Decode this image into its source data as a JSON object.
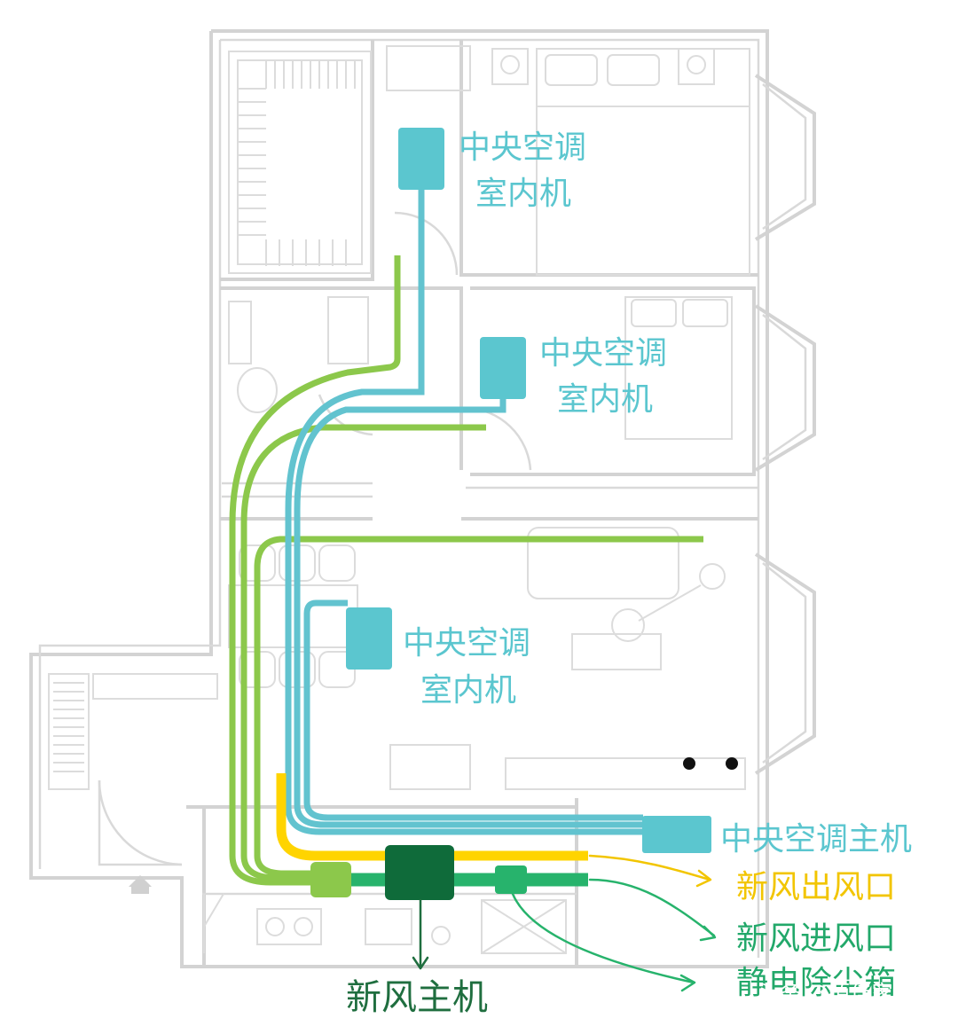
{
  "labels": {
    "ac_indoor_1_line1": "中央空调",
    "ac_indoor_1_line2": "室内机",
    "ac_indoor_2_line1": "中央空调",
    "ac_indoor_2_line2": "室内机",
    "ac_indoor_3_line1": "中央空调",
    "ac_indoor_3_line2": "室内机",
    "ac_main": "中央空调主机",
    "fresh_air_outlet": "新风出风口",
    "fresh_air_inlet": "新风进风口",
    "electrostatic_filter": "静电除尘箱",
    "fresh_air_main": "新风主机"
  },
  "watermark": "头条 @佰佳家居",
  "colors": {
    "ac_pipe": "#62c3cf",
    "ac_unit": "#5bc6cf",
    "fresh_green": "#8cc84b",
    "fresh_yellow": "#ffd400",
    "inlet_green": "#27b36c",
    "main_unit": "#0f6b3a",
    "walls": "#d3d3d3"
  }
}
